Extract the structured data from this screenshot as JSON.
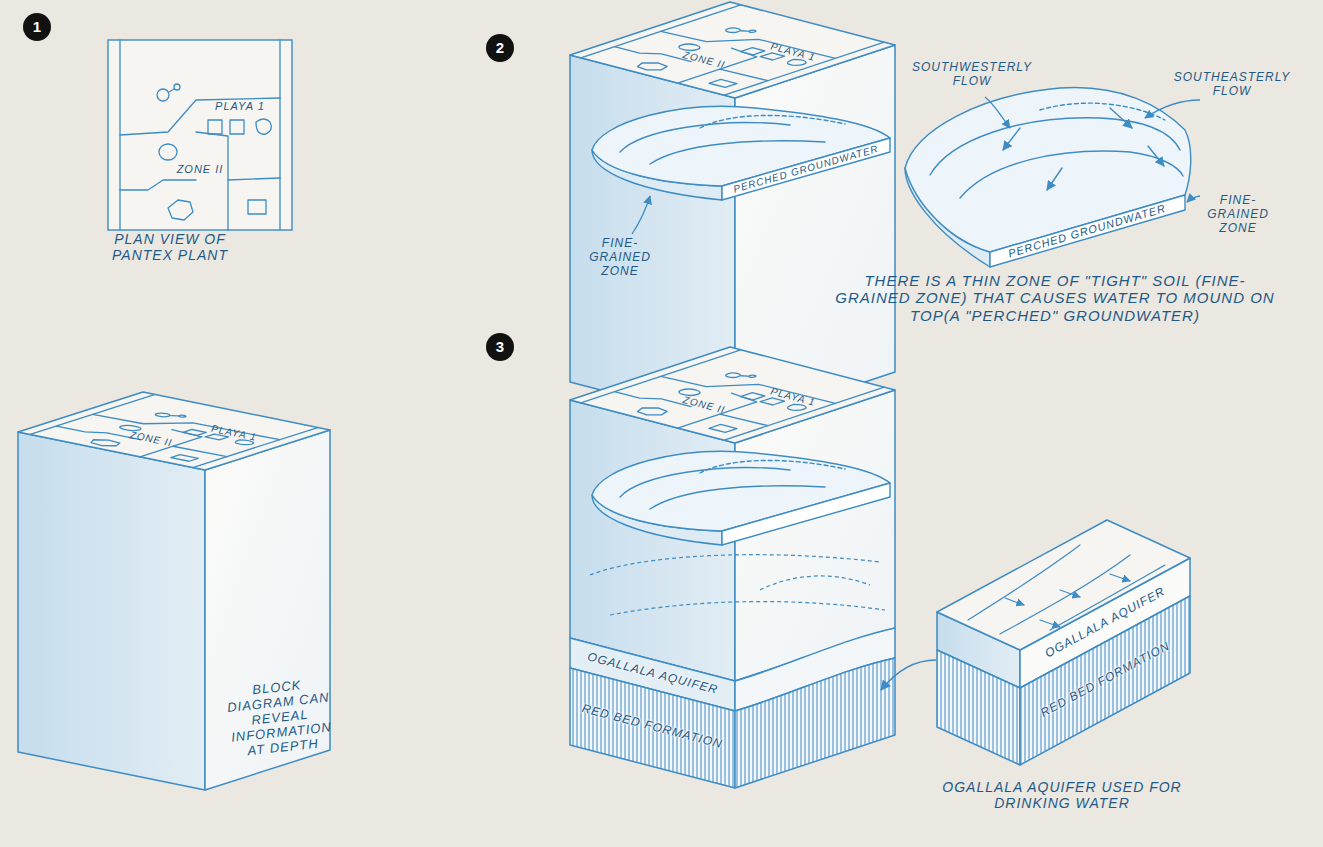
{
  "diagram": {
    "labels": [
      "1",
      "PLAYA 1",
      "ZONE II",
      "PLAN VIEW OF PANTEX PLANT",
      "PLAYA 1",
      "ZONE II",
      "BLOCK DIAGRAM CAN REVEAL INFORMATION AT DEPTH",
      "2",
      "PLAYA 1",
      "ZONE II",
      "PERCHED GROUNDWATER",
      "FINE-GRAINED ZONE",
      "SOUTHWESTERLY FLOW",
      "SOUTHEASTERLY FLOW",
      "PERCHED GROUNDWATER",
      "FINE-GRAINED ZONE",
      "THERE IS A THIN ZONE OF \"TIGHT\" SOIL (FINE-GRAINED ZONE) THAT CAUSES WATER TO MOUND ON TOP(A \"PERCHED\" GROUNDWATER)",
      "3",
      "PLAYA 1",
      "ZONE II",
      "OGALLALA AQUIFER",
      "RED BED FORMATION",
      "OGALLALA AQUIFER",
      "RED BED FORMATION",
      "OGALLALA AQUIFER USED FOR DRINKING WATER"
    ]
  }
}
